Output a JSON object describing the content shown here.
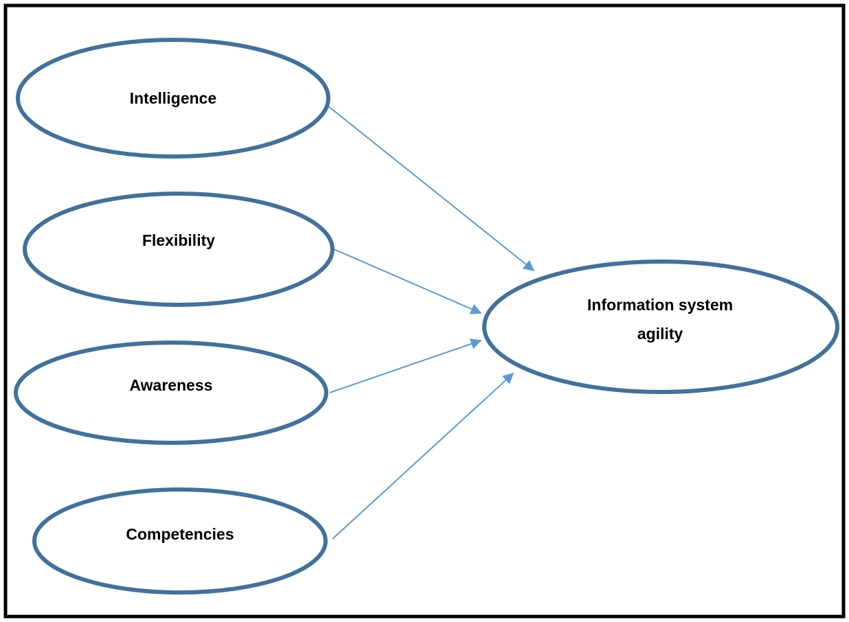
{
  "diagram": {
    "nodes": [
      {
        "id": "intelligence",
        "label": "Intelligence"
      },
      {
        "id": "flexibility",
        "label": "Flexibility"
      },
      {
        "id": "awareness",
        "label": "Awareness"
      },
      {
        "id": "competencies",
        "label": "Competencies"
      },
      {
        "id": "is-agility",
        "label_line1": "Information system",
        "label_line2": "agility"
      }
    ],
    "edges": [
      {
        "from": "intelligence",
        "to": "is-agility"
      },
      {
        "from": "flexibility",
        "to": "is-agility"
      },
      {
        "from": "awareness",
        "to": "is-agility"
      },
      {
        "from": "competencies",
        "to": "is-agility"
      }
    ],
    "colors": {
      "frame": "#000000",
      "ellipse_stroke": "#41719C",
      "arrow": "#5B9BD5"
    }
  }
}
